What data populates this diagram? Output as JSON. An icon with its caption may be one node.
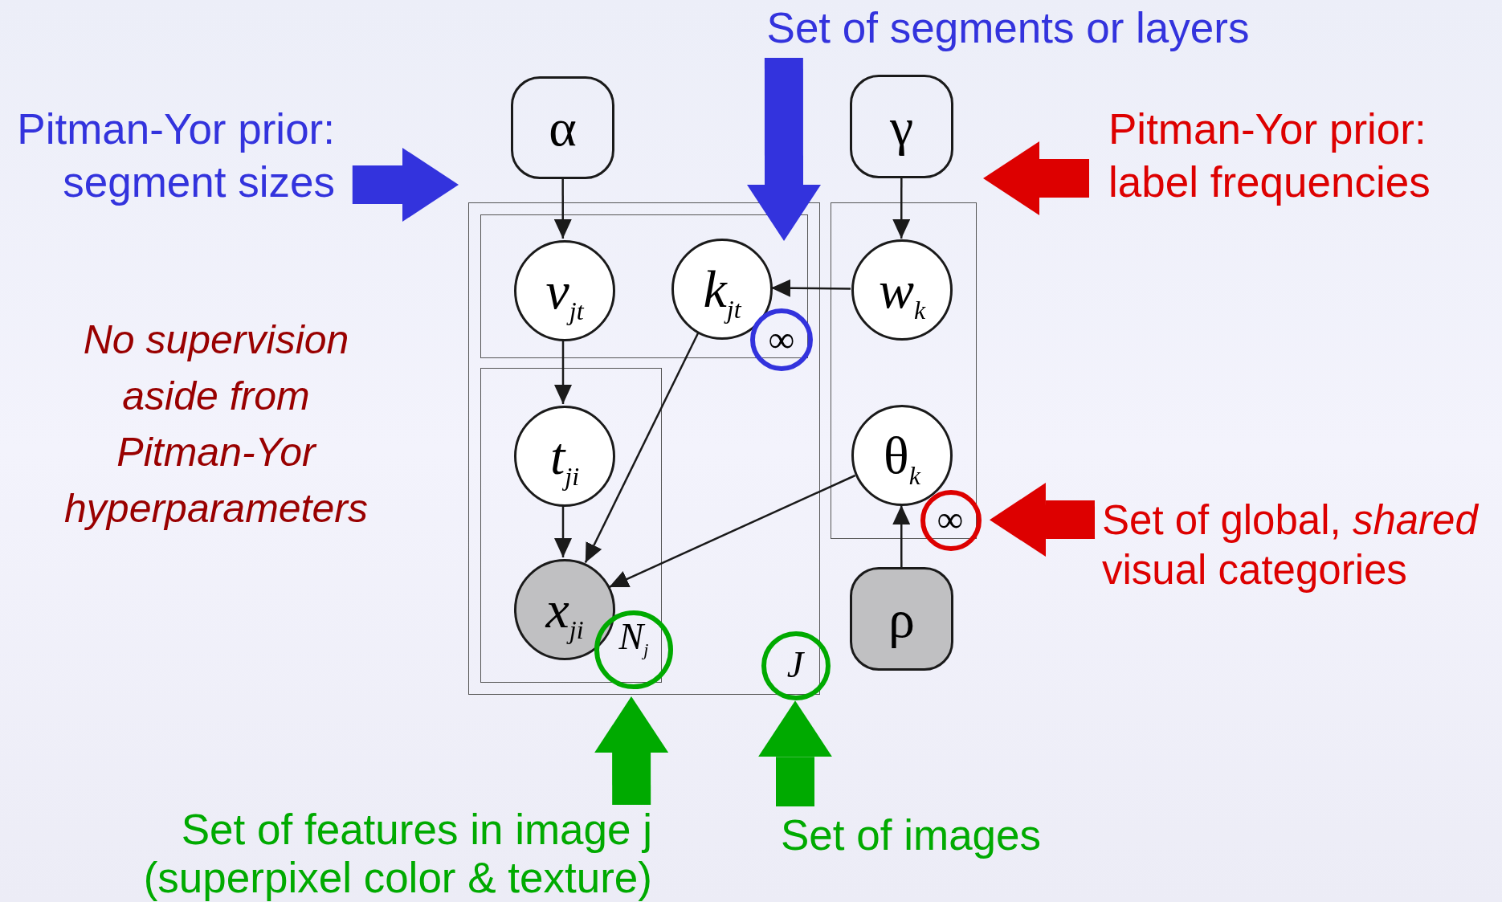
{
  "diagram": {
    "nodes": [
      {
        "text": [
          "Set of segments or layers"
        ]
      },
      {
        "text": [
          "α"
        ]
      },
      {
        "text": [
          "γ"
        ]
      },
      {
        "text": [
          "Pitman-Yor prior: segment sizes"
        ]
      },
      {
        "text": [
          "Pitman-Yor prior: label frequencies"
        ]
      },
      {
        "text": [
          "J"
        ]
      },
      {
        "text": [
          "∞"
        ],
        "in": 5
      },
      {
        "text": [
          "v$_{jt}$"
        ],
        "in": 6
      },
      {
        "text": [
          "k$_{jt}$"
        ],
        "in": 6
      },
      {
        "text": [
          "∞"
        ]
      },
      {
        "text": [
          "w$_{k}$"
        ],
        "in": 9
      },
      {
        "text": [
          "N$_{j}$"
        ],
        "in": 5
      },
      {
        "text": [
          "t$_{ji}$"
        ],
        "in": 11
      },
      {
        "text": [
          "x$_{ji}$"
        ],
        "in": 11
      },
      {
        "text": [
          "θ$_{k}$"
        ],
        "in": 9
      },
      {
        "text": [
          "ρ"
        ]
      },
      {
        "text": [
          "Set of global, *shared* visual categories"
        ]
      },
      {
        "text": [
          "Set of features in image j (superpixel color & texture)"
        ]
      },
      {
        "text": [
          "Set of images"
        ]
      }
    ],
    "edges": [
      {
        "from": 1,
        "to": 7,
        "arrow": "to"
      },
      {
        "from": 7,
        "to": 12,
        "arrow": "to"
      },
      {
        "from": 12,
        "to": 13,
        "arrow": "to"
      },
      {
        "from": 8,
        "to": 13,
        "arrow": "to"
      },
      {
        "from": 10,
        "to": 8,
        "arrow": "to"
      },
      {
        "from": 2,
        "to": 10,
        "arrow": "to"
      },
      {
        "from": 14,
        "to": 13,
        "arrow": "to"
      },
      {
        "from": 15,
        "to": 14,
        "arrow": "to"
      },
      {
        "from": 0,
        "to": 6,
        "arrow": "to",
        "style": "thick",
        "color": "#3333dd"
      },
      {
        "from": 3,
        "to": 1,
        "arrow": "to",
        "style": "thick",
        "color": "#3333dd"
      },
      {
        "from": 4,
        "to": 2,
        "arrow": "to",
        "style": "thick",
        "color": "#dd0000"
      },
      {
        "from": 16,
        "to": 9,
        "arrow": "to",
        "style": "thick",
        "color": "#dd0000"
      },
      {
        "from": 17,
        "to": 11,
        "arrow": "to",
        "style": "thick",
        "color": "#00aa00"
      },
      {
        "from": 18,
        "to": 5,
        "arrow": "to",
        "style": "thick",
        "color": "#00aa00"
      }
    ],
    "labels": [
      "No supervision aside from Pitman-Yor hyperparameters"
    ]
  }
}
